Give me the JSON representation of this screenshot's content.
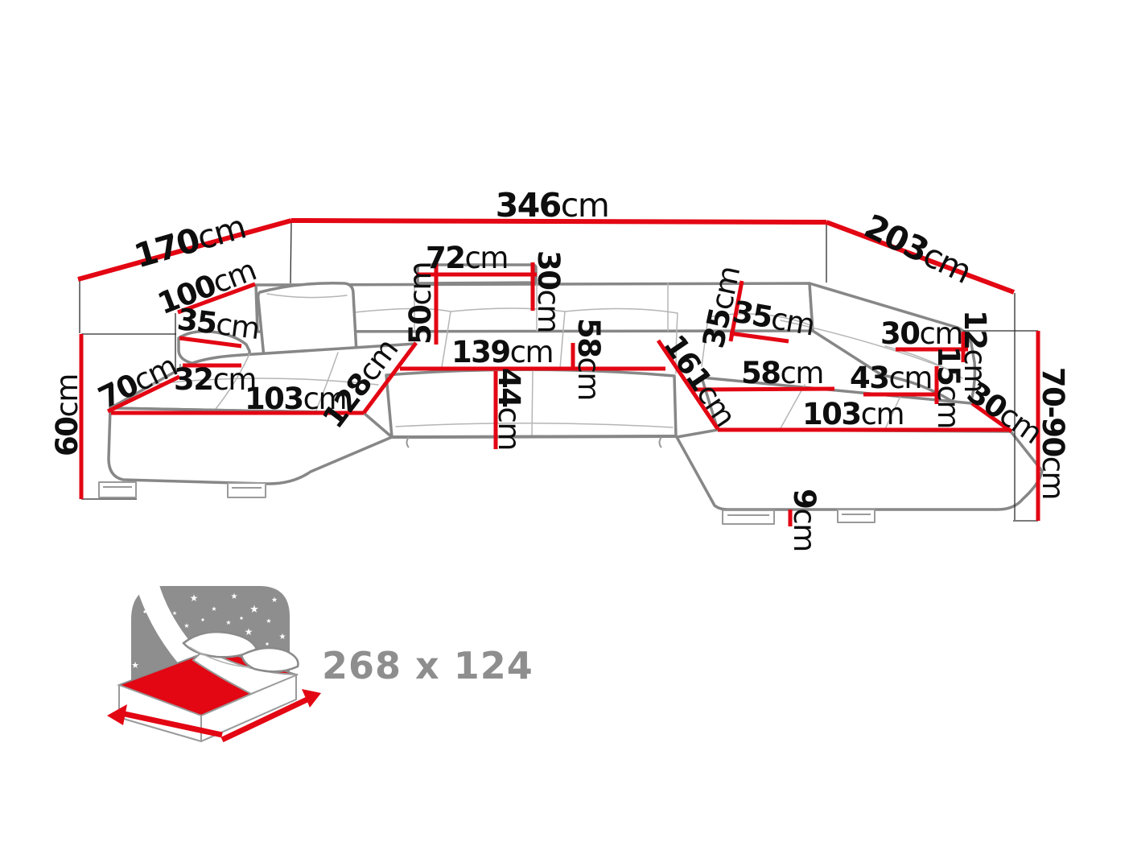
{
  "diagram": {
    "type": "corner-sofa-dimension-diagram",
    "colors": {
      "accent": "#e30613",
      "outline": "#878787",
      "text": "#0e0e0e",
      "caption": "#8e8e8e"
    }
  },
  "labels": [
    {
      "name": "back-left-edge-length",
      "value": "170",
      "unit": "cm"
    },
    {
      "name": "total-width",
      "value": "346",
      "unit": "cm"
    },
    {
      "name": "back-right-edge-length",
      "value": "203",
      "unit": "cm"
    },
    {
      "name": "left-arm-outer-length",
      "value": "100",
      "unit": "cm"
    },
    {
      "name": "left-arm-width",
      "value": "35",
      "unit": "cm"
    },
    {
      "name": "left-arm-depth",
      "value": "32",
      "unit": "cm"
    },
    {
      "name": "chaise-left-front-width",
      "value": "70",
      "unit": "cm"
    },
    {
      "name": "seat-platform-height",
      "value": "60",
      "unit": "cm"
    },
    {
      "name": "chaise-left-length",
      "value": "103",
      "unit": "cm"
    },
    {
      "name": "chaise-left-diagonal",
      "value": "128",
      "unit": "cm"
    },
    {
      "name": "backrest-height",
      "value": "50",
      "unit": "cm"
    },
    {
      "name": "headrest-width",
      "value": "72",
      "unit": "cm"
    },
    {
      "name": "headrest-height",
      "value": "30",
      "unit": "cm"
    },
    {
      "name": "center-seat-width",
      "value": "139",
      "unit": "cm"
    },
    {
      "name": "center-seat-depth",
      "value": "58",
      "unit": "cm"
    },
    {
      "name": "seat-height",
      "value": "44",
      "unit": "cm"
    },
    {
      "name": "right-back-cushion-height",
      "value": "35",
      "unit": "cm"
    },
    {
      "name": "right-back-cushion-width",
      "value": "35",
      "unit": "cm"
    },
    {
      "name": "chaise-right-diagonal",
      "value": "161",
      "unit": "cm"
    },
    {
      "name": "right-seat-depth",
      "value": "58",
      "unit": "cm"
    },
    {
      "name": "right-arm-length",
      "value": "43",
      "unit": "cm"
    },
    {
      "name": "right-arm-top-width",
      "value": "30",
      "unit": "cm"
    },
    {
      "name": "right-arm-upper-height",
      "value": "12",
      "unit": "cm"
    },
    {
      "name": "right-arm-lower-height",
      "value": "15",
      "unit": "cm"
    },
    {
      "name": "right-corner-width",
      "value": "30",
      "unit": "cm"
    },
    {
      "name": "chaise-right-length",
      "value": "103",
      "unit": "cm"
    },
    {
      "name": "overall-height-range",
      "value": "70-90",
      "unit": "cm"
    },
    {
      "name": "leg-height",
      "value": "9",
      "unit": "cm"
    }
  ],
  "bed": {
    "caption": "268 x 124"
  }
}
